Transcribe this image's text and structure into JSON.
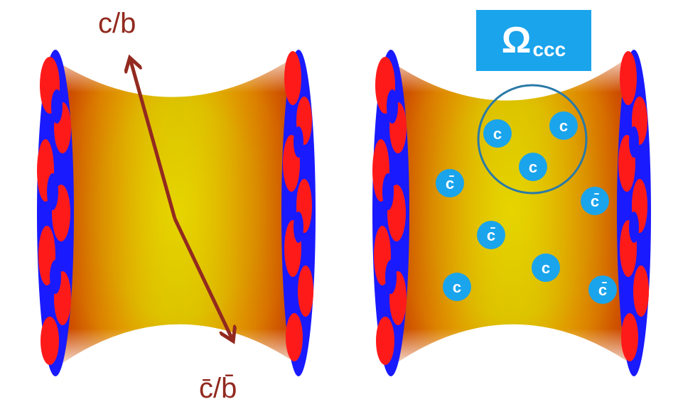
{
  "left_panel": {
    "arrow_top_label": "c/b",
    "arrow_bottom_label": "c̄/b̄"
  },
  "right_panel": {
    "box": {
      "symbol": "Ω",
      "subscript": "ccc"
    },
    "quarks_in_circle": [
      "c",
      "c",
      "c"
    ],
    "quarks_outside": [
      "c̄",
      "c̄",
      "c̄",
      "c",
      "c",
      "c̄"
    ]
  },
  "colors": {
    "arrow": "#922a1f",
    "label": "#922a1f",
    "box": "#1aa4ec",
    "quark": "#1aa4ec",
    "circle": "#2a7aa8",
    "medium": "#e8d800",
    "nucleus_red": "#ff1a1a",
    "nucleus_blue": "#1a1aff"
  }
}
